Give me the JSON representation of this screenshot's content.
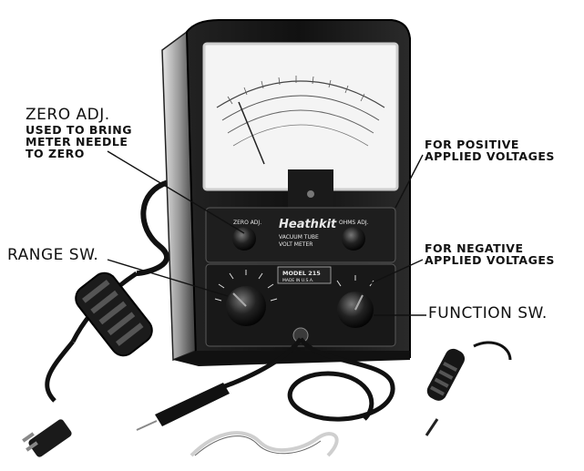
{
  "callouts": {
    "zero_adj_title": "ZERO ADJ.",
    "zero_adj_line1": "USED TO BRING",
    "zero_adj_line2": "METER NEEDLE",
    "zero_adj_line3": "TO ZERO",
    "positive_line1": "FOR POSITIVE",
    "positive_line2": "APPLIED VOLTAGES",
    "range_sw": "RANGE SW.",
    "negative_line1": "FOR NEGATIVE",
    "negative_line2": "APPLIED VOLTAGES",
    "function_sw": "FUNCTION SW."
  },
  "panel": {
    "brand": "Heathkit",
    "subtitle_line1": "VACUUM TUBE",
    "subtitle_line2": "VOLT METER",
    "model_line1": "MODEL 215",
    "model_line2": "MADE IN U.S.A.",
    "zero_adj": "ZERO ADJ.",
    "ohms_adj": "OHMS ADJ."
  },
  "colors": {
    "ink": "#111111",
    "case_dark": "#1a1a1a",
    "case_mid": "#3a3a3a",
    "case_light": "#cfcfcf",
    "meter_face": "#f4f4f4",
    "panel_text": "#e8e8e8"
  }
}
